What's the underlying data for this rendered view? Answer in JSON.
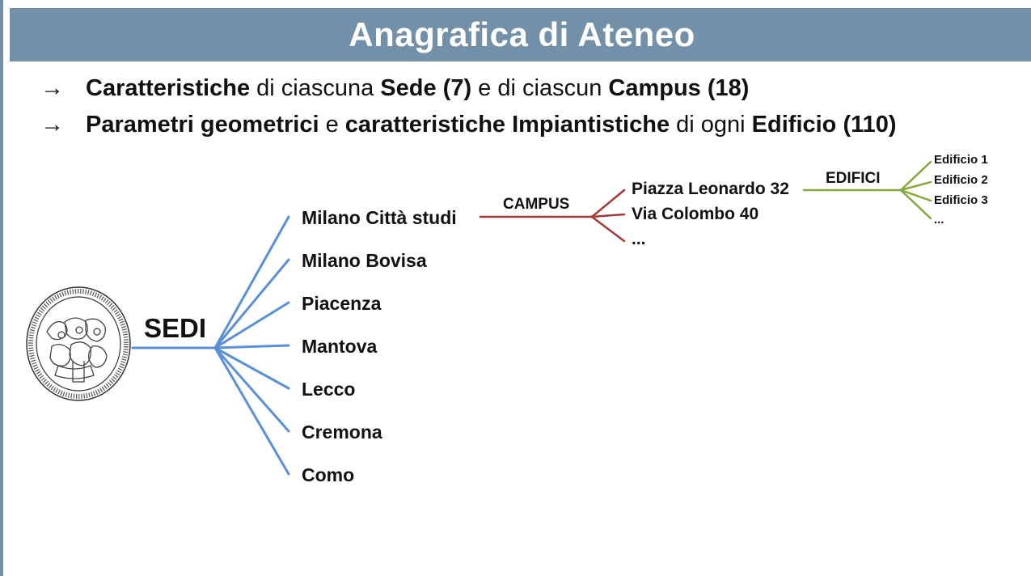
{
  "title": "Anagrafica di Ateneo",
  "bullets": [
    {
      "arrow": "→",
      "parts": [
        {
          "text": "Caratteristiche",
          "bold": true
        },
        {
          "text": " di ciascuna ",
          "bold": false
        },
        {
          "text": "Sede (7)",
          "bold": true
        },
        {
          "text": " e di ciascun ",
          "bold": false
        },
        {
          "text": "Campus (18)",
          "bold": true
        }
      ]
    },
    {
      "arrow": "→",
      "parts": [
        {
          "text": "Parametri geometrici",
          "bold": true
        },
        {
          "text": " e ",
          "bold": false
        },
        {
          "text": "caratteristiche Impiantistiche",
          "bold": true
        },
        {
          "text": " di ogni ",
          "bold": false
        },
        {
          "text": "Edificio (110)",
          "bold": true
        }
      ]
    }
  ],
  "diagram": {
    "root_label": "SEDI",
    "sedi": [
      "Milano Città studi",
      "Milano Bovisa",
      "Piacenza",
      "Mantova",
      "Lecco",
      "Cremona",
      "Como"
    ],
    "campus_label": "CAMPUS",
    "campus": [
      "Piazza Leonardo 32",
      "Via Colombo 40",
      "..."
    ],
    "edifici_label": "EDIFICI",
    "edifici": [
      "Edificio 1",
      "Edificio 2",
      "Edificio 3",
      "..."
    ],
    "colors": {
      "header": "#7290a8",
      "sedi_lines": "#5b8fd6",
      "campus_lines": "#a0393a",
      "edifici_lines": "#86a83c"
    }
  }
}
